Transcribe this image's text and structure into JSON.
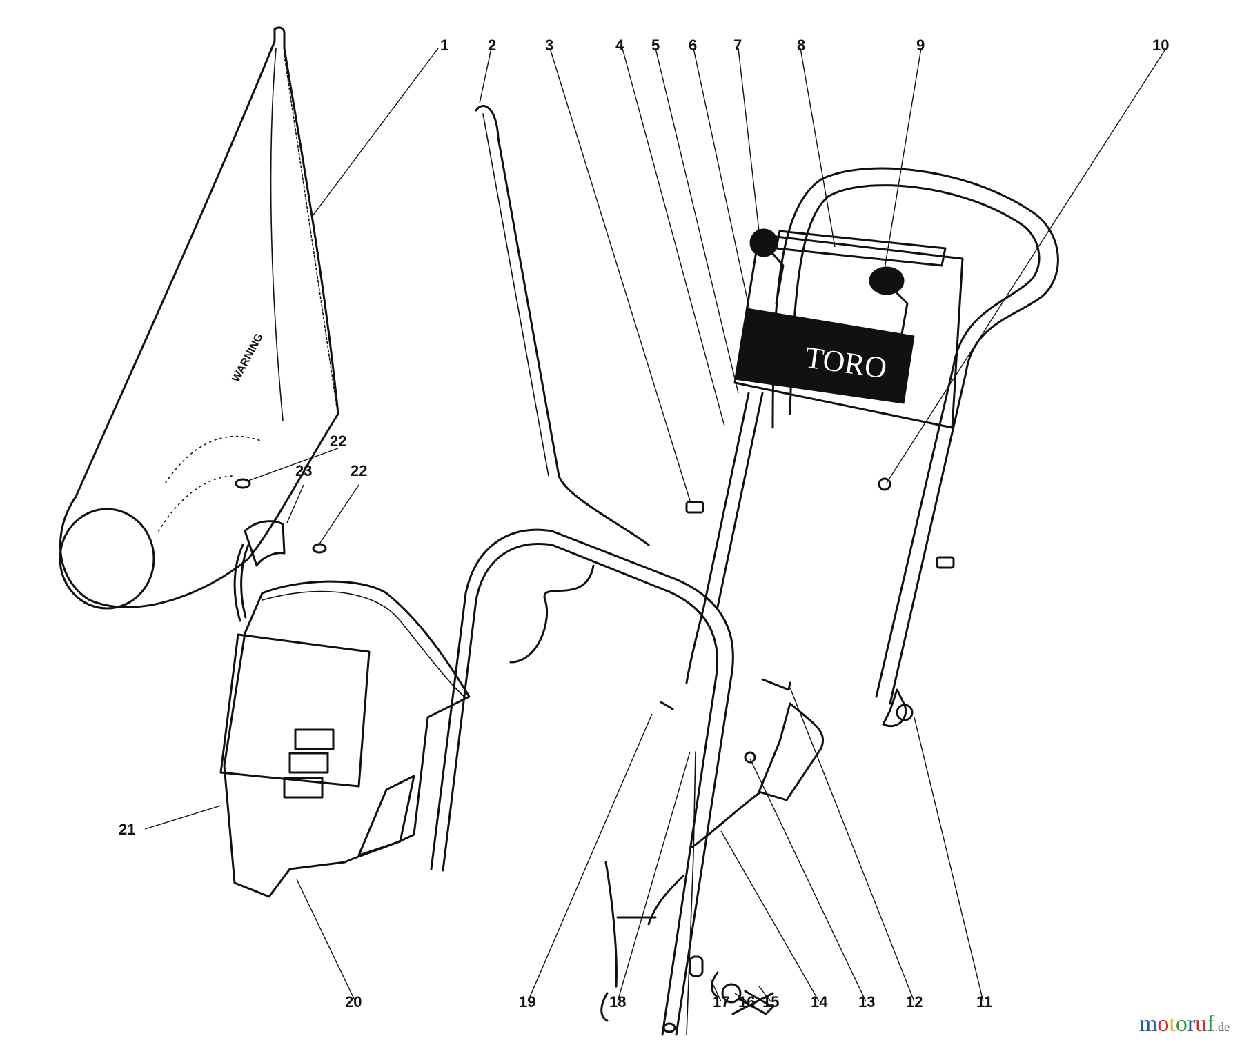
{
  "callouts": [
    {
      "id": "1",
      "text": "1"
    },
    {
      "id": "2",
      "text": "2"
    },
    {
      "id": "3",
      "text": "3"
    },
    {
      "id": "4",
      "text": "4"
    },
    {
      "id": "5",
      "text": "5"
    },
    {
      "id": "6",
      "text": "6"
    },
    {
      "id": "7",
      "text": "7"
    },
    {
      "id": "8",
      "text": "8"
    },
    {
      "id": "9",
      "text": "9"
    },
    {
      "id": "10",
      "text": "10"
    },
    {
      "id": "11",
      "text": "11"
    },
    {
      "id": "12",
      "text": "12"
    },
    {
      "id": "13",
      "text": "13"
    },
    {
      "id": "14",
      "text": "14"
    },
    {
      "id": "15",
      "text": "15"
    },
    {
      "id": "16",
      "text": "16"
    },
    {
      "id": "17",
      "text": "17"
    },
    {
      "id": "18",
      "text": "18"
    },
    {
      "id": "19",
      "text": "19"
    },
    {
      "id": "20",
      "text": "20"
    },
    {
      "id": "21",
      "text": "21"
    },
    {
      "id": "22a",
      "text": "22"
    },
    {
      "id": "22b",
      "text": "22"
    },
    {
      "id": "23",
      "text": "23"
    }
  ],
  "panel_brand": "TORO",
  "bag_label": "WARNING",
  "watermark": {
    "text_main": "motoruf",
    "text_suffix": ".de",
    "colors": [
      "#1f5fa8",
      "#d7262b",
      "#f2a900",
      "#2e9a3a",
      "#1f5fa8",
      "#d7262b",
      "#2e9a3a"
    ]
  }
}
